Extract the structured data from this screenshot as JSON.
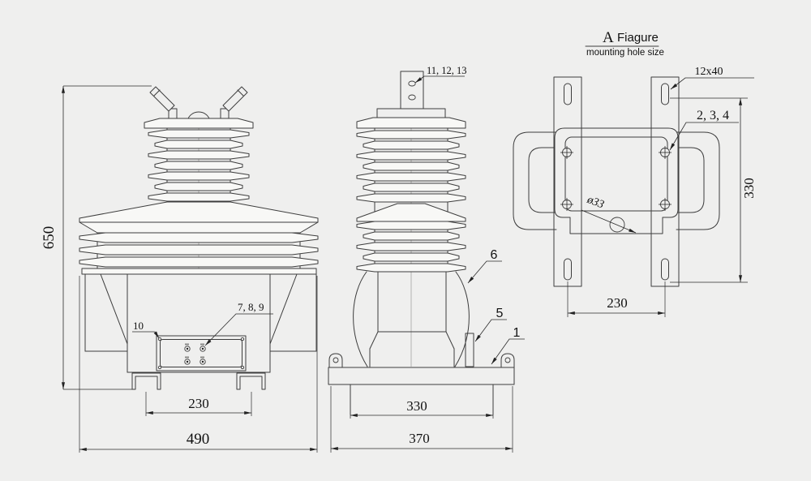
{
  "title": {
    "ref": "A",
    "name": "Fiagure",
    "subtitle": "mounting hole size"
  },
  "front_view": {
    "dim_height": "650",
    "dim_foot_span": "230",
    "dim_overall_width": "490",
    "callout_terminal_box": "10",
    "callout_secondary_terminals": "7, 8, 9"
  },
  "side_view": {
    "callout_primary_terminal": "11, 12, 13",
    "callout_insulator": "6",
    "callout_nameplate": "5",
    "callout_base": "1",
    "dim_inner_width": "330",
    "dim_overall_width": "370"
  },
  "mounting_view": {
    "label_slot_size": "12x40",
    "callout_bolt_holes": "2, 3, 4",
    "label_center_hole": "ø33",
    "dim_hole_span_width": "230",
    "dim_hole_span_height": "330"
  },
  "colors": {
    "background": "#efefee",
    "line": "#3d3d3d",
    "shed_fill": "#f8f8f6"
  }
}
